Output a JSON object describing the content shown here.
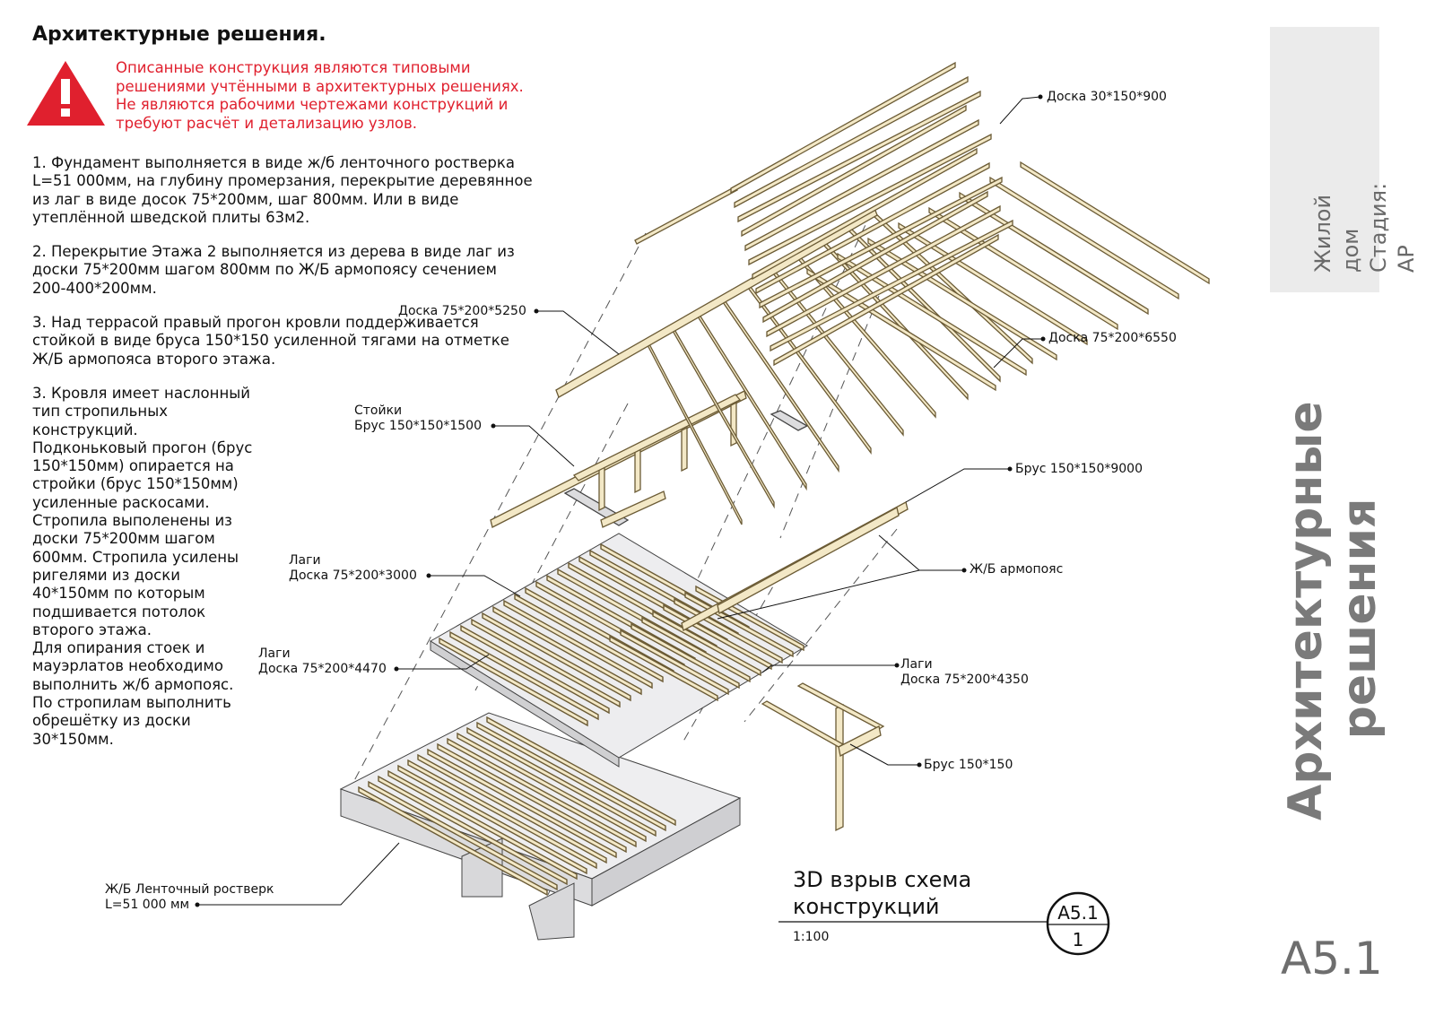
{
  "title": "Архитектурные решения.",
  "warning": {
    "icon": "warning-triangle-icon",
    "text": "Описанные конструкция являются типовыми решениями учтёнными в архитектурных решениях. Не являются рабочими чертежами конструкций и требуют расчёт и детализацию узлов.",
    "color": "#e0202e"
  },
  "notes": [
    "1. Фундамент выполняется в виде ж/б ленточного ростверка L=51 000мм, на глубину промерзания, перекрытие деревянное из лаг в виде досок 75*200мм, шаг 800мм. Или в виде утеплённой шведской плиты 63м2.",
    "2. Перекрытие Этажа 2 выполняется из дерева в виде лаг из доски 75*200мм шагом 800мм по Ж/Б армопоясу сечением 200-400*200мм.",
    "3. Над террасой правый прогон кровли поддерживается стойкой в виде бруса 150*150 усиленной тягами на отметке Ж/Б армопояса второго этажа.",
    "3. Кровля имеет наслонный\nтип стропильных\nконструкций.\nПодконьковый прогон (брус\n150*150мм) опирается на\nстройки (брус 150*150мм)\nусиленные раскосами.\nСтропила выполенены из\nдоски 75*200мм шагом\n600мм. Стропила усилены\nригелями из доски\n40*150мм по которым\nподшивается потолок\nвторого этажа.\nДля опирания стоек и\nмауэрлатов необходимо\nвыполнить ж/б армопояс.\nПо стропилам выполнить\nобрешётку из доски\n30*150мм."
  ],
  "callouts": {
    "batten": "Доска 30*150*900",
    "board_5250": "Доска 75*200*5250",
    "board_6550": "Доска 75*200*6550",
    "posts": "Стойки\nБрус 150*150*1500",
    "beam_9000": "Брус 150*150*9000",
    "ring_beam": "Ж/Б армопояс",
    "joists_3000": "Лаги\nДоска 75*200*3000",
    "joists_4470": "Лаги\nДоска 75*200*4470",
    "joists_4350": "Лаги\nДоска 75*200*4350",
    "beam_150": "Брус 150*150",
    "foundation": "Ж/Б Ленточный ростверк\nL=51 000 мм"
  },
  "side_panel": {
    "text": "Жилой дом\nСтадия: АР"
  },
  "side_title": "Архитектурные\nрешения",
  "view": {
    "title": "3D взрыв схема\nконструкций",
    "scale": "1:100",
    "marker_sheet": "A5.1",
    "marker_number": "1"
  },
  "sheet_number": "A5.1",
  "colors": {
    "wood": "#f3e8c6",
    "wood_edge": "#6b5b35",
    "concrete": "#e3e3e5"
  }
}
